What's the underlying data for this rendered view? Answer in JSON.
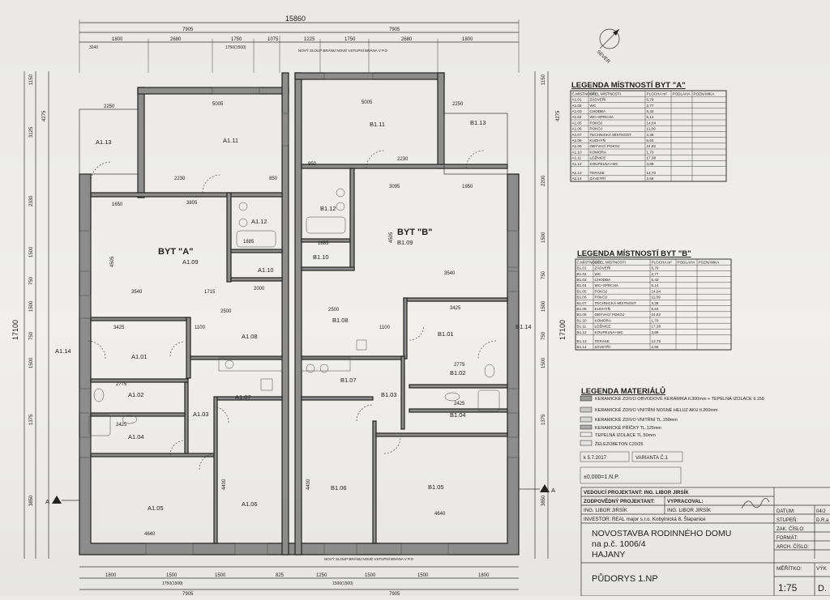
{
  "plan": {
    "overall_width": "15860",
    "overall_height": "17100",
    "half_width_left": "7905",
    "half_width_right": "7905",
    "top_dims_left": [
      "1800",
      "2680",
      "1750",
      "1075"
    ],
    "top_dims_right": [
      "1225",
      "1750",
      "2680",
      "1800"
    ],
    "top_sub_dims": [
      "3240",
      "1750(1500)"
    ],
    "top_note": "NOVÝ SLOUP BRÁNU\nNOVÉ VSTUPNÍ BRÁNA V P.O",
    "left_dims": [
      "1150",
      "4275",
      "3125",
      "2330",
      "1500",
      "750",
      "1500",
      "750",
      "1500",
      "1375",
      "3850"
    ],
    "right_dims": [
      "1150",
      "4275",
      "2200",
      "1500",
      "750",
      "1500",
      "750",
      "1500",
      "1375",
      "3850"
    ],
    "bottom_dims_left": [
      "1800",
      "1500",
      "1500",
      "825"
    ],
    "bottom_dims_right": [
      "1250",
      "1500",
      "1500",
      "1800"
    ],
    "bottom_sub_dims": [
      "1750(1500)",
      "1500(1500)"
    ],
    "bottom_half": [
      "7905",
      "7905"
    ],
    "apartment_a": "BYT \"A\"",
    "apartment_b": "BYT \"B\"",
    "rooms_a": [
      "A1.13",
      "A1.11",
      "A1.12",
      "A1.10",
      "A1.09",
      "A1.08",
      "A1.01",
      "A1.02",
      "A1.07",
      "A1.03",
      "A1.04",
      "A1.05",
      "A1.06",
      "A1.14"
    ],
    "rooms_b": [
      "B1.13",
      "B1.11",
      "B1.12",
      "B1.10",
      "B1.09",
      "B1.08",
      "B1.07",
      "B1.01",
      "B1.02",
      "B1.03",
      "B1.04",
      "B1.05",
      "B1.06",
      "B1.14"
    ],
    "inner_dims": [
      "5005",
      "5005",
      "2250",
      "2250",
      "2230",
      "2230",
      "3805",
      "3095",
      "4505",
      "4505",
      "3540",
      "3540",
      "1715",
      "2500",
      "2500",
      "3425",
      "3425",
      "2000",
      "1100",
      "1100",
      "1885",
      "1885",
      "4640",
      "4640",
      "4400",
      "4400",
      "2775",
      "2775",
      "2425",
      "2425",
      "950",
      "850",
      "1650",
      "1950"
    ],
    "section_marks": [
      "A",
      "A"
    ],
    "north_label": "SEVER"
  },
  "legend_a": {
    "title": "LEGENDA MÍSTNOSTÍ BYT \"A\"",
    "headers": [
      "Č.MÍSTNOSTI",
      "ÚČEL MÍSTNOSTI",
      "PLOCHA m²",
      "PODLAHA",
      "POZNÁMKA"
    ],
    "rows": [
      [
        "A1.01",
        "ZÁDVEŘÍ",
        "6,79"
      ],
      [
        "A1.02",
        "WC",
        "2,77"
      ],
      [
        "A1.03",
        "CHODBA",
        "6,43"
      ],
      [
        "A1.04",
        "WC+SPRCHA",
        "5,14"
      ],
      [
        "A1.05",
        "POKOJ",
        "14,04"
      ],
      [
        "A1.06",
        "POKOJ",
        "11,09"
      ],
      [
        "A1.07",
        "TECHNICKÁ MÍSTNOST",
        "3,38"
      ],
      [
        "A1.08",
        "KUCHYŇ",
        "6,63"
      ],
      [
        "A1.09",
        "OBÝVACÍ POKOJ",
        "24,82"
      ],
      [
        "A1.10",
        "KOMORA",
        "1,70"
      ],
      [
        "A1.11",
        "LOŽNICE",
        "17,38"
      ],
      [
        "A1.12",
        "KOUPELNA+WC",
        "3,88"
      ],
      [
        "A1.13",
        "TERASE",
        "13,70"
      ],
      [
        "A1.14",
        "ZÁVETŘÍ",
        "2,66"
      ]
    ]
  },
  "legend_b": {
    "title": "LEGENDA MÍSTNOSTÍ BYT \"B\"",
    "headers": [
      "Č.MÍSTNOSTI",
      "ÚČEL MÍSTNOSTI",
      "PLOCHA m²",
      "PODLAHA",
      "POZNÁMKA"
    ],
    "rows": [
      [
        "B1.01",
        "ZÁDVEŘÍ",
        "6,79"
      ],
      [
        "B1.02",
        "WC",
        "2,77"
      ],
      [
        "B1.03",
        "CHODBA",
        "6,43"
      ],
      [
        "B1.04",
        "WC+SPRCHA",
        "5,14"
      ],
      [
        "B1.05",
        "POKOJ",
        "14,04"
      ],
      [
        "B1.06",
        "POKOJ",
        "11,09"
      ],
      [
        "B1.07",
        "TECHNICKÁ MÍSTNOST",
        "3,38"
      ],
      [
        "B1.08",
        "KUCHYŇ",
        "6,63"
      ],
      [
        "B1.09",
        "OBÝVACÍ POKOJ",
        "24,82"
      ],
      [
        "B1.10",
        "KOMORA",
        "1,70"
      ],
      [
        "B1.11",
        "LOŽNICE",
        "17,38"
      ],
      [
        "B1.12",
        "KOUPELNA+WC",
        "3,88"
      ],
      [
        "B1.13",
        "TERASE",
        "13,76"
      ],
      [
        "B1.14",
        "ZÁVETŘÍ",
        "2,65"
      ]
    ]
  },
  "materials": {
    "title": "LEGENDA MATERIÁLŮ",
    "items": [
      "KERAMICKÉ ZDIVO OBVODOVÉ KERAMIKA  tl.300mm + TEPELNÁ IZOLACE tl.150",
      "KERAMICKÉ ZDIVO VNITŘNÍ NOSNÉ HELUZ AKU tl.200mm",
      "KERAMICKÉ ZDIVO VNITŘNÍ TL.150mm",
      "KERAMICKÉ PŘÍČKY TL.125mm",
      "TEPELNÁ IZOLACE TL.50mm",
      "ŽELEZOBETON C20/25"
    ],
    "date_note": "k 5.7.2017",
    "variant_note": "VARIANTA Č.1",
    "level_note": "±0,000=1.N.P."
  },
  "title_block": {
    "lead_label": "VEDOUCÍ PROJEKTANT: ING. LIBOR JIRSÍK",
    "resp_label": "ZODPOVĚDNÝ PROJEKTANT:",
    "resp_name": "ING. LIBOR JIRSÍK",
    "drawn_label": "VYPRACOVAL:",
    "drawn_name": "ING. LIBOR JIRSÍK",
    "investor": "INVESTOR: REAL major s.r.o. Kobylnická 8, Šlapanice",
    "project_line1": "NOVOSTAVBA RODINNÉHO DOMU",
    "project_line2": "na p.č. 1006/4",
    "project_line3": "HAJANY",
    "drawing_name": "PŮDORYS 1.NP",
    "fields": [
      "DATUM:",
      "STUPEŇ:",
      "ZAK. ČÍSLO:",
      "FORMÁT:",
      "ARCH. ČÍSLO:"
    ],
    "field_values": [
      "04/2",
      "D.R.a",
      "",
      "",
      ""
    ],
    "scale_label": "MĚŘÍTKO:",
    "scale_value": "1:75",
    "sheet_label": "VÝK",
    "sheet_value": "D."
  }
}
